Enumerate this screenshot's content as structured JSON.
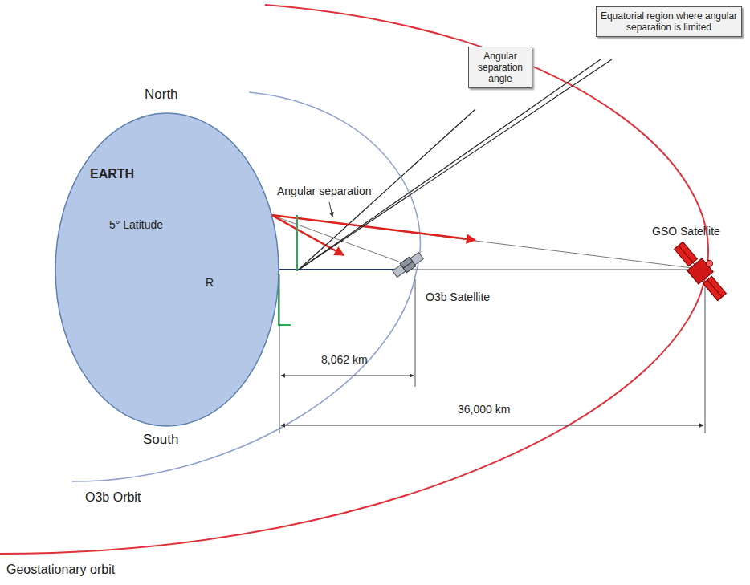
{
  "diagram": {
    "nodes": [
      {
        "text": [
          "EARTH"
        ]
      },
      {
        "text": [
          "Angular separation angle"
        ]
      },
      {
        "text": [
          "Equatorial region where angular separation is limited"
        ]
      }
    ],
    "labels": [
      "North",
      "5° Latitude",
      "R",
      "Angular separation",
      "GSO Satellite",
      "O3b Satellite",
      "8,062 km",
      "36,000 km",
      "South",
      "O3b Orbit",
      "Geostationary orbit"
    ]
  }
}
